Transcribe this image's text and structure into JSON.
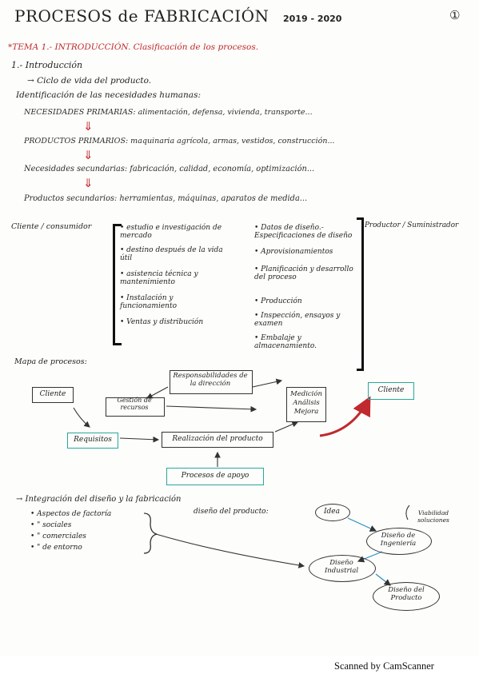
{
  "header": {
    "title": "PROCESOS de FABRICACIÓN",
    "year": "2019 - 2020",
    "page_number": "①"
  },
  "topic": {
    "title": "*TEMA 1.- INTRODUCCIÓN. Clasificación de los procesos."
  },
  "intro": {
    "heading": "1.- Introducción",
    "life_cycle": "→ Ciclo de vida del producto.",
    "needs_id": "Identificación de las necesidades humanas:",
    "primary_needs": "NECESIDADES PRIMARIAS: alimentación, defensa, vivienda, transporte...",
    "primary_products": "PRODUCTOS PRIMARIOS: maquinaria agrícola, armas, vestidos, construcción...",
    "secondary_needs": "Necesidades secundarias: fabricación, calidad, economía, optimización...",
    "secondary_products": "Productos secundarios: herramientas, máquinas, aparatos de medida...",
    "arrow_down": "⇓"
  },
  "client_section": {
    "client_label": "Cliente / consumidor",
    "left_items": [
      "• estudio e investigación de mercado",
      "• destino después de la vida útil",
      "• asistencia técnica y mantenimiento",
      "• Instalación y funcionamiento",
      "• Ventas y distribución"
    ],
    "right_items": [
      "• Datos de diseño.- Especificaciones de diseño",
      "• Aprovisionamientos",
      "• Planificación y desarrollo del proceso",
      "• Producción",
      "• Inspección, ensayos y examen",
      "• Embalaje y almacenamiento."
    ],
    "supplier_label": "Productor / Suministrador"
  },
  "process_map": {
    "heading": "Mapa de procesos:",
    "cliente_left": "Cliente",
    "requisitos": "Requisitos",
    "gestion_recursos": "Gestión de recursos",
    "responsabilidades": "Responsabilidades de la dirección",
    "realizacion": "Realización del producto",
    "medicion": "Medición Análisis Mejora",
    "cliente_right": "Cliente",
    "procesos_apoyo": "Procesos de apoyo"
  },
  "integration": {
    "heading": "→ Integración del diseño y la fabricación",
    "aspects": [
      "• Aspectos de factoría",
      "•   \"   sociales",
      "•   \"   comerciales",
      "•   \"   de entorno"
    ],
    "product_design": "diseño del producto:",
    "idea": "Idea",
    "viabilidad": "Viabilidad soluciones",
    "diseno_ingenieria": "Diseño de Ingeniería",
    "diseno_industrial": "Diseño Industrial",
    "diseno_producto": "Diseño del Producto"
  },
  "footer": {
    "scanner": "Scanned by CamScanner"
  },
  "colors": {
    "red": "#c0292d",
    "teal": "#2aa79b",
    "blue": "#2a8fc0",
    "ink": "#222222"
  }
}
